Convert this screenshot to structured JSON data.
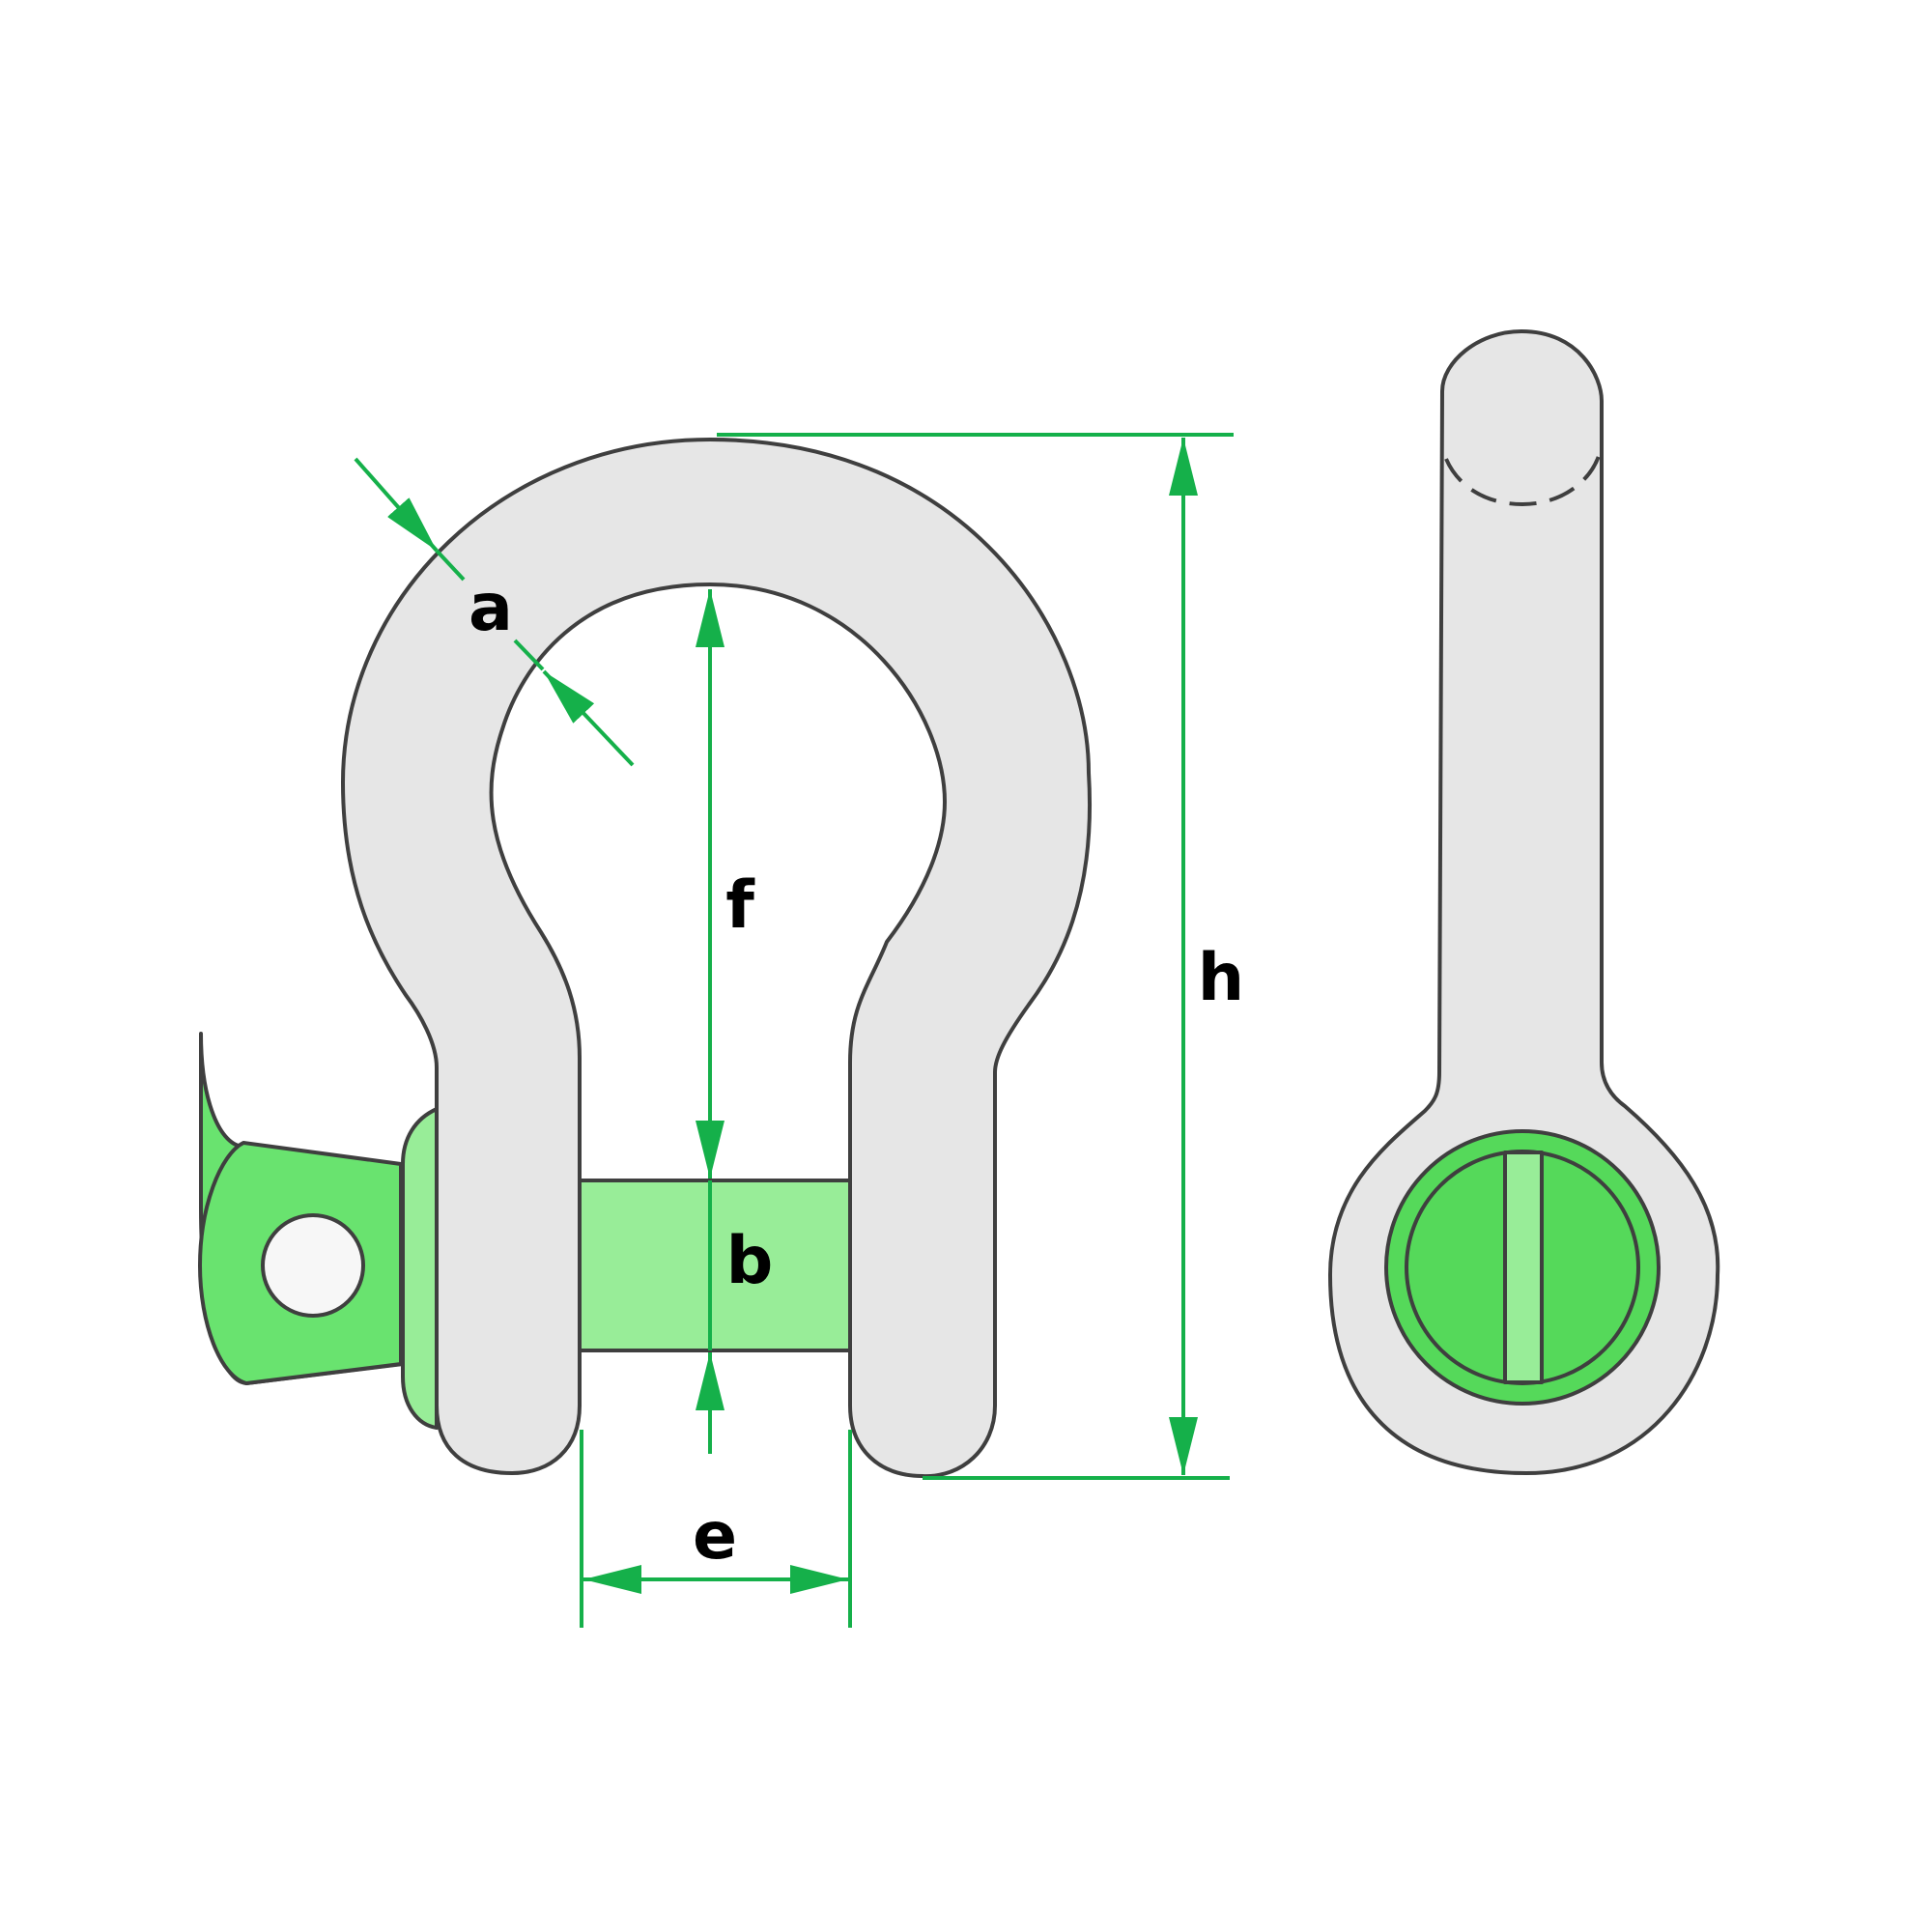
{
  "colors": {
    "body": "#e6e6e6",
    "outline": "#3f3f3f",
    "dimension": "#15b04a",
    "pin_head": "#69e36f",
    "pin_shaft": "#98ed98",
    "pin_end": "#55d95a",
    "eye_hole": "#f7f7f7"
  },
  "labels": {
    "a": "a",
    "b": "b",
    "e": "e",
    "f": "f",
    "h": "h"
  }
}
